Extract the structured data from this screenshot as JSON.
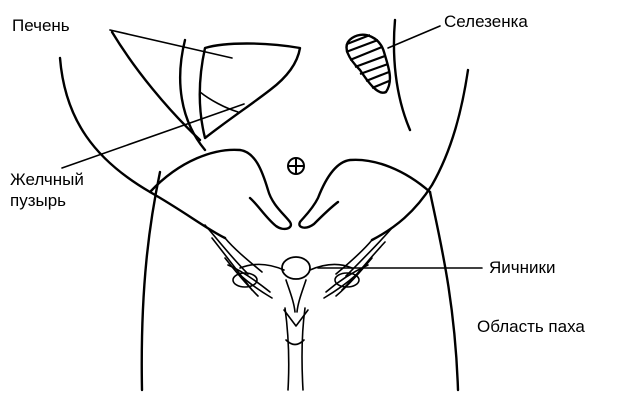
{
  "labels": {
    "liver": "Печень",
    "spleen": "Селезенка",
    "gallbladder_line1": "Желчный",
    "gallbladder_line2": "пузырь",
    "ovaries": "Яичники",
    "groin": "Область паха"
  },
  "colors": {
    "ink": "#000000",
    "background": "#ffffff"
  }
}
